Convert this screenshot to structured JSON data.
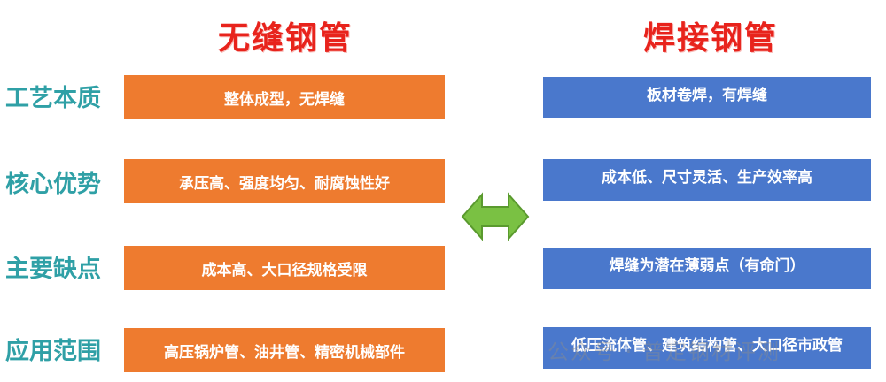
{
  "titles": {
    "left": "无缝钢管",
    "right": "焊接钢管"
  },
  "rows": [
    {
      "label": "工艺本质",
      "seamless": "整体成型，无焊缝",
      "welded": "板材卷焊，有焊缝"
    },
    {
      "label": "核心优势",
      "seamless": "承压高、强度均匀、耐腐蚀性好",
      "welded": "成本低、尺寸灵活、生产效率高"
    },
    {
      "label": "主要缺点",
      "seamless": "成本高、大口径规格受限",
      "welded": "焊缝为潜在薄弱点（有命门）"
    },
    {
      "label": "应用范围",
      "seamless": "高压锅炉管、油井管、精密机械部件",
      "welded": "低压流体管、建筑结构管、大口径市政管"
    }
  ],
  "colors": {
    "title": "#e8231c",
    "label": "#2fa0a6",
    "seamless_box": "#ee7b2f",
    "welded_box": "#4a78cc",
    "arrow": "#7ac143"
  },
  "icons": {
    "compare_arrow": "double-headed-arrow-icon"
  },
  "watermark": "公众号 · 普定钢材评测"
}
